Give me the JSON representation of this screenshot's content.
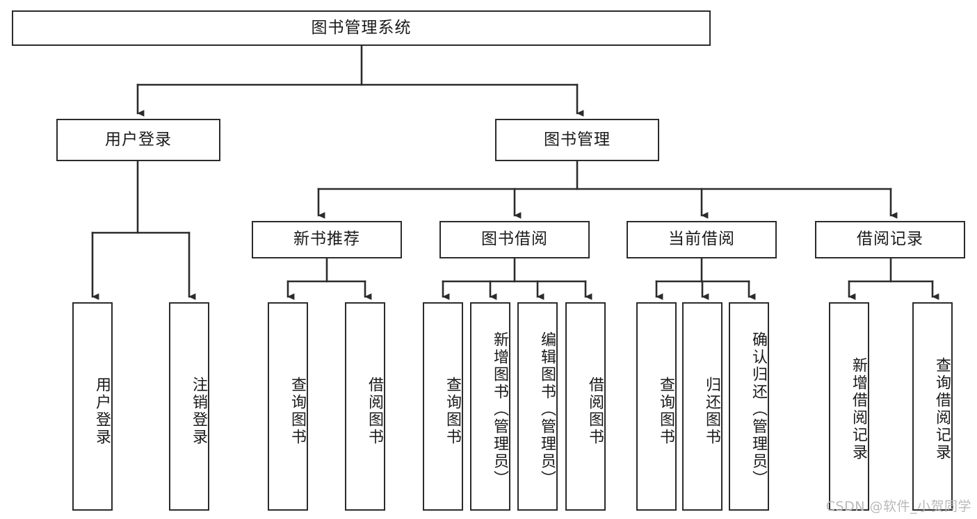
{
  "diagram": {
    "type": "tree-hierarchy",
    "title": "图书管理系统",
    "root": {
      "id": "root",
      "label": "图书管理系统"
    },
    "level2": [
      {
        "id": "user-login",
        "label": "用户登录"
      },
      {
        "id": "book-manage",
        "label": "图书管理"
      }
    ],
    "level3": [
      {
        "id": "new-book-recommend",
        "label": "新书推荐",
        "parent": "book-manage"
      },
      {
        "id": "book-borrow",
        "label": "图书借阅",
        "parent": "book-manage"
      },
      {
        "id": "current-borrow",
        "label": "当前借阅",
        "parent": "book-manage"
      },
      {
        "id": "borrow-record",
        "label": "借阅记录",
        "parent": "book-manage"
      }
    ],
    "leaves": [
      {
        "id": "leaf-user-login",
        "label": "用户登录",
        "parent": "user-login"
      },
      {
        "id": "leaf-user-logout",
        "label": "注销登录",
        "parent": "user-login"
      },
      {
        "id": "leaf-query-book-1",
        "label": "查询图书",
        "parent": "new-book-recommend"
      },
      {
        "id": "leaf-borrow-book-1",
        "label": "借阅图书",
        "parent": "new-book-recommend"
      },
      {
        "id": "leaf-query-book-2",
        "label": "查询图书",
        "parent": "book-borrow"
      },
      {
        "id": "leaf-add-book",
        "label": "新增图书（管理员）",
        "parent": "book-borrow"
      },
      {
        "id": "leaf-edit-book",
        "label": "编辑图书（管理员）",
        "parent": "book-borrow"
      },
      {
        "id": "leaf-borrow-book-2",
        "label": "借阅图书",
        "parent": "book-borrow"
      },
      {
        "id": "leaf-query-book-3",
        "label": "查询图书",
        "parent": "current-borrow"
      },
      {
        "id": "leaf-return-book",
        "label": "归还图书",
        "parent": "current-borrow"
      },
      {
        "id": "leaf-confirm-return",
        "label": "确认归还（管理员）",
        "parent": "current-borrow"
      },
      {
        "id": "leaf-add-record",
        "label": "新增借阅记录",
        "parent": "borrow-record"
      },
      {
        "id": "leaf-query-record",
        "label": "查询借阅记录",
        "parent": "borrow-record"
      }
    ],
    "colors": {
      "stroke": "#2b2b2b",
      "fill": "#ffffff",
      "text": "#1a1a1a",
      "watermark": "#b9b9b9"
    }
  },
  "watermark": {
    "text": "CSDN @软件_小贺同学"
  }
}
